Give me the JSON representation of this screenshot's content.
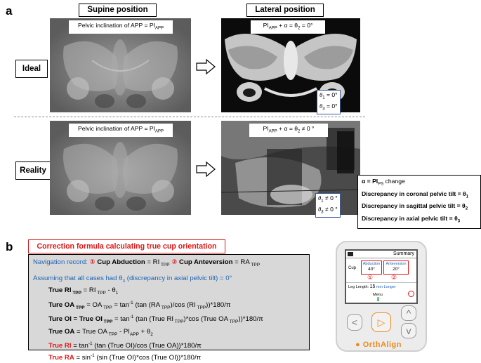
{
  "panel_a": {
    "letter": "a",
    "headers": {
      "supine": "Supine position",
      "lateral": "Lateral position"
    },
    "rows": {
      "ideal": {
        "label": "Ideal",
        "supine_caption_main": "Pelvic inclination of APP = PI",
        "supine_caption_sub": "APP",
        "lateral_caption": {
          "pre": "PI",
          "pre_sub": "APP",
          "mid": " + α = θ",
          "mid_sub": "2",
          "post": " = 0°"
        },
        "theta_lines": [
          {
            "sym": "θ",
            "sub": "1",
            "rel": " = 0°"
          },
          {
            "sym": "θ",
            "sub": "3",
            "rel": " = 0°"
          }
        ]
      },
      "reality": {
        "label": "Reality",
        "supine_caption_main": "Pelvic inclination of APP = PI",
        "supine_caption_sub": "APP",
        "lateral_caption": {
          "pre": "PI",
          "pre_sub": "APP",
          "mid": " + α = θ",
          "mid_sub": "2",
          "post": " ≠ 0 °"
        },
        "theta_lines": [
          {
            "sym": "θ",
            "sub": "1",
            "rel": " ≠ 0 °"
          },
          {
            "sym": "θ",
            "sub": "3",
            "rel": " ≠ 0 °"
          }
        ]
      }
    },
    "legend": {
      "line1_pre": "α = PI",
      "line1_sub": "PS",
      "line1_post": " change",
      "line2": "Discrepancy in coronal pelvic tilt = θ",
      "line2_sub": "1",
      "line3": "Discrepancy in sagittal pelvic tilt = θ",
      "line3_sub": "2",
      "line4": "Discrepancy in axial pelvic tilt = θ",
      "line4_sub": "3"
    }
  },
  "panel_b": {
    "letter": "b",
    "title": "Correction formula calculating true cup orientation",
    "nav_record": {
      "prefix": "Navigation record: ",
      "c1": "①",
      "cup_abd": " Cup Abduction",
      "eq1": " = RI",
      "sub1": " TPP",
      "c2": " ②",
      "cup_ant": " Cup Anteversion",
      "eq2": " = RA",
      "sub2": " TPP"
    },
    "assumption": {
      "pre": "Assuming that all cases had θ",
      "sub": "3",
      "post": " (discrepancy in axial pelvic tilt) = 0°"
    },
    "lines": [
      {
        "lhs": "True RI",
        "lhs_sub": " TPP",
        "rhs": " = RI",
        "rhs_sub": " TPP",
        "rhs2": " - θ",
        "rhs2_sub": "1"
      },
      {
        "lhs": "Ture OA",
        "lhs_sub": " TPP",
        "rhs": " = OA",
        "rhs_sub": " TPP",
        "rhs2": " = tan",
        "rhs2_sup": "-1",
        "rhs3": " (tan (RA",
        "rhs3_sub": " TPP",
        "rhs4": ")/cos (RI",
        "rhs4_sub": " TPP",
        "rhs5": "))*180/π"
      },
      {
        "lhs": "Ture OI",
        "lhs_mid": " = True OI",
        "lhs_sub": " TPP",
        "rhs": " = tan",
        "rhs_sup": "-1",
        "rhs2": " (tan (True RI",
        "rhs2_sub": " TPP",
        "rhs3": ")*cos (True OA",
        "rhs3_sub": " TPP",
        "rhs4": "))*180/π"
      },
      {
        "lhs": "True OA",
        "rhs": " = True OA",
        "rhs_sub": " TPP",
        "rhs2": " - PI",
        "rhs2_sub": "APP",
        "rhs3": " + θ",
        "rhs3_sub": "2"
      },
      {
        "lhs": "True RI",
        "rhs": " = tan",
        "rhs_sup": "-1",
        "rhs2": " (tan (True OI)/cos (True OA))*180/π"
      },
      {
        "lhs": "True RA",
        "rhs": " = sin",
        "rhs_sup": "-1",
        "rhs2": " (sin (True OI)*cos (True OI))*180/π"
      }
    ],
    "device": {
      "summary": "Summary",
      "cup": "Cup",
      "abduction_label": "Abduction",
      "abduction_value": "40°",
      "anteversion_label": "Anteversion",
      "anteversion_value": "20°",
      "c1": "①",
      "c2": "②",
      "leg_length_label": "Leg Length:",
      "leg_length_value": "15",
      "leg_length_unit": "mm Longer",
      "menu": "Menu",
      "brand": "OrthAlign"
    },
    "colors": {
      "red": "#e01515",
      "blue": "#1d63b6",
      "orange": "#f08a1c"
    }
  }
}
